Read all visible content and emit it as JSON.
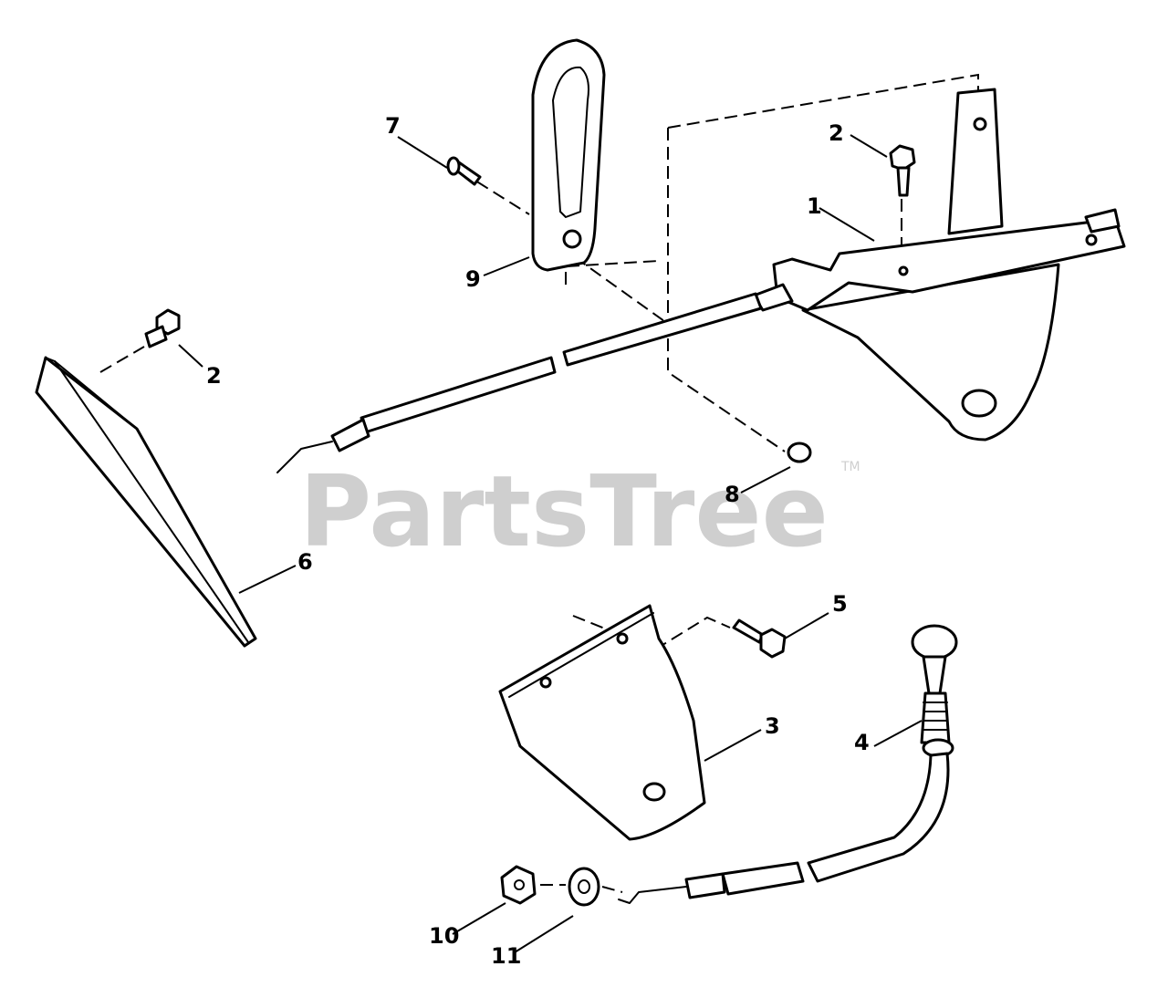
{
  "watermark": {
    "text": "PartsTree",
    "tm": "TM"
  },
  "callouts": {
    "c1": "1",
    "c2a": "2",
    "c2b": "2",
    "c3": "3",
    "c4": "4",
    "c5": "5",
    "c6": "6",
    "c7": "7",
    "c8": "8",
    "c9": "9",
    "c10": "10",
    "c11": "11"
  }
}
